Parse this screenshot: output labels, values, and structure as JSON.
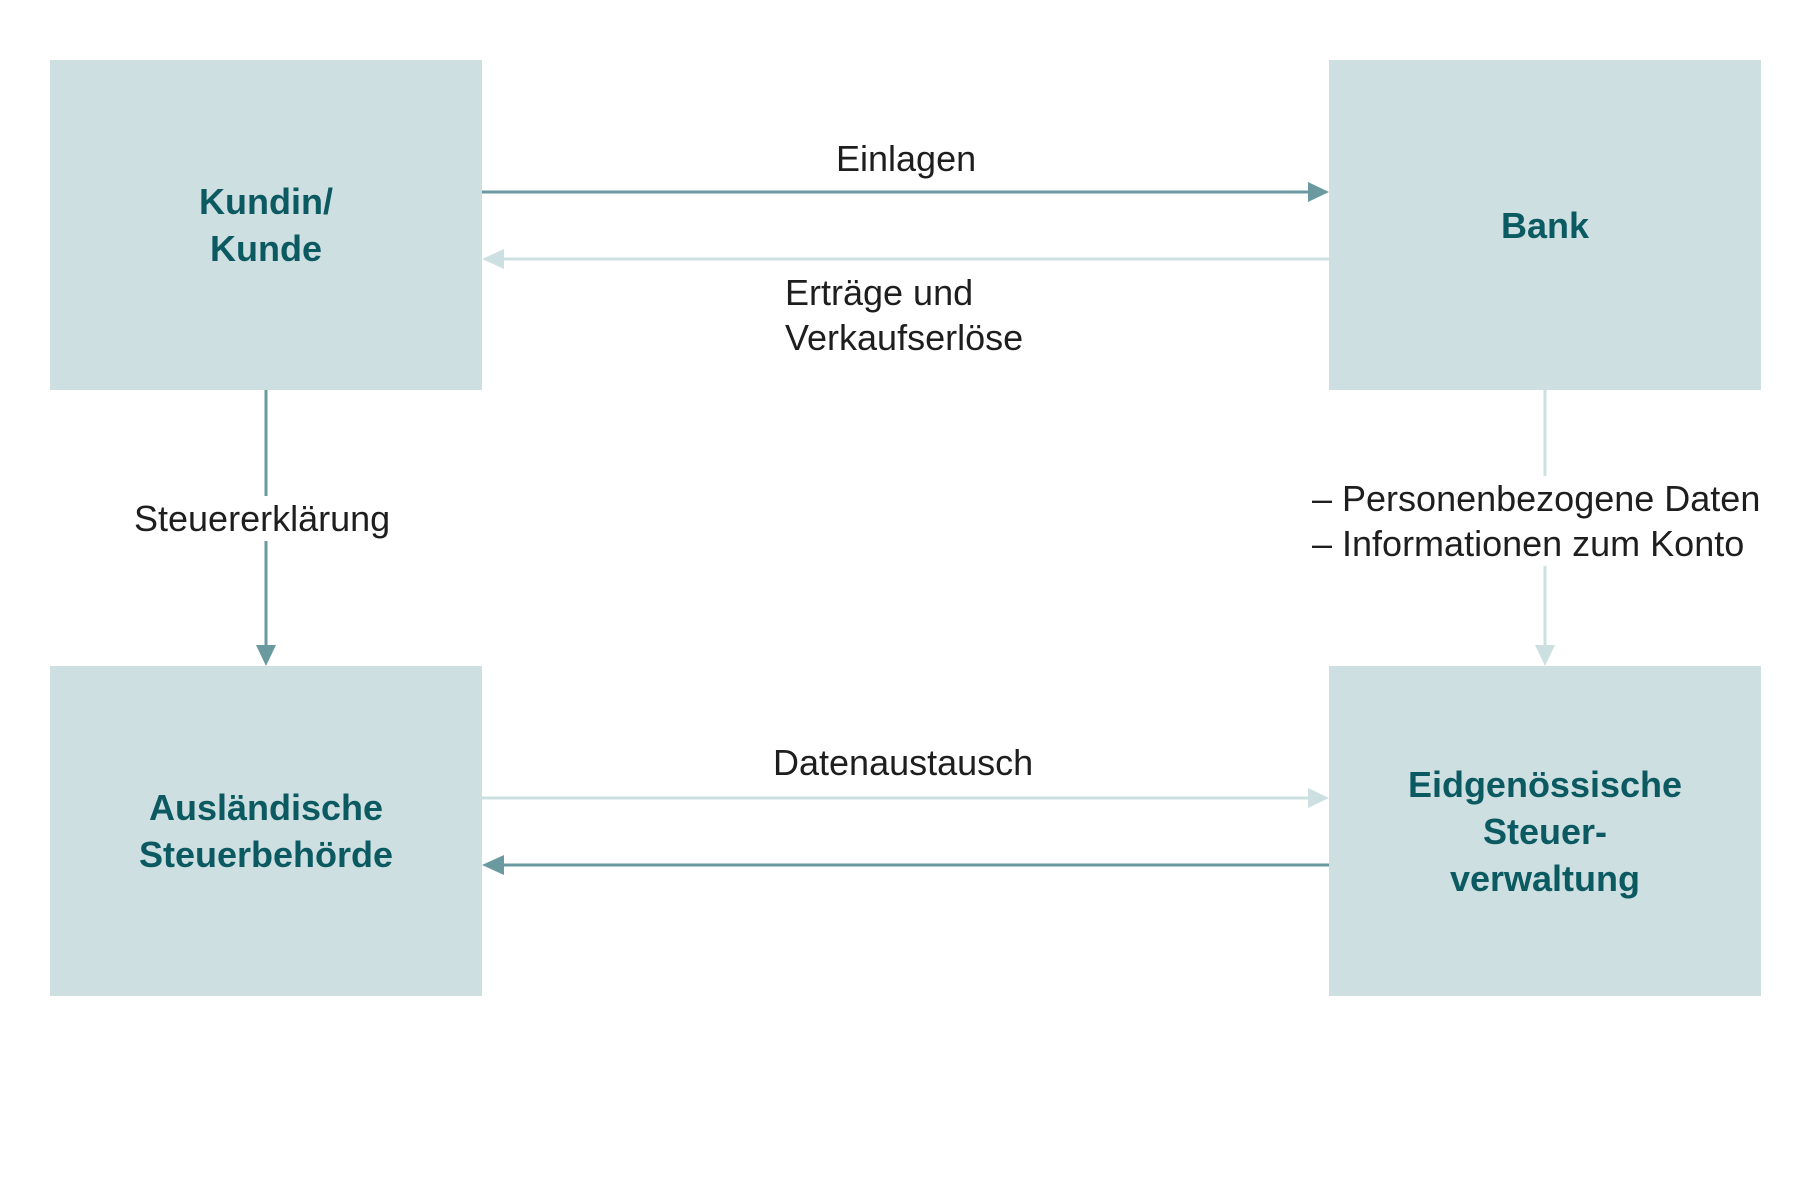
{
  "colors": {
    "box_fill": "#cddfe0",
    "box_text": "#0b5961",
    "arrow_dark": "#6a9aa0",
    "arrow_light": "#cde0e1",
    "label_text": "#1e1e1e"
  },
  "nodes": {
    "customer": "Kundin/\nKunde",
    "bank": "Bank",
    "foreign_tax_authority": "Ausländische\nSteuerbehörde",
    "federal_tax_administration": "Eidgenössische\nSteuer-\nverwaltung"
  },
  "edges": {
    "deposits": "Einlagen",
    "returns_line1": "Erträge und",
    "returns_line2": "Verkaufserlöse",
    "tax_return": "Steuererklärung",
    "bank_info_line1": "– Personenbezogene Daten",
    "bank_info_line2": "– Informationen zum Konto",
    "data_exchange": "Datenaustausch"
  }
}
